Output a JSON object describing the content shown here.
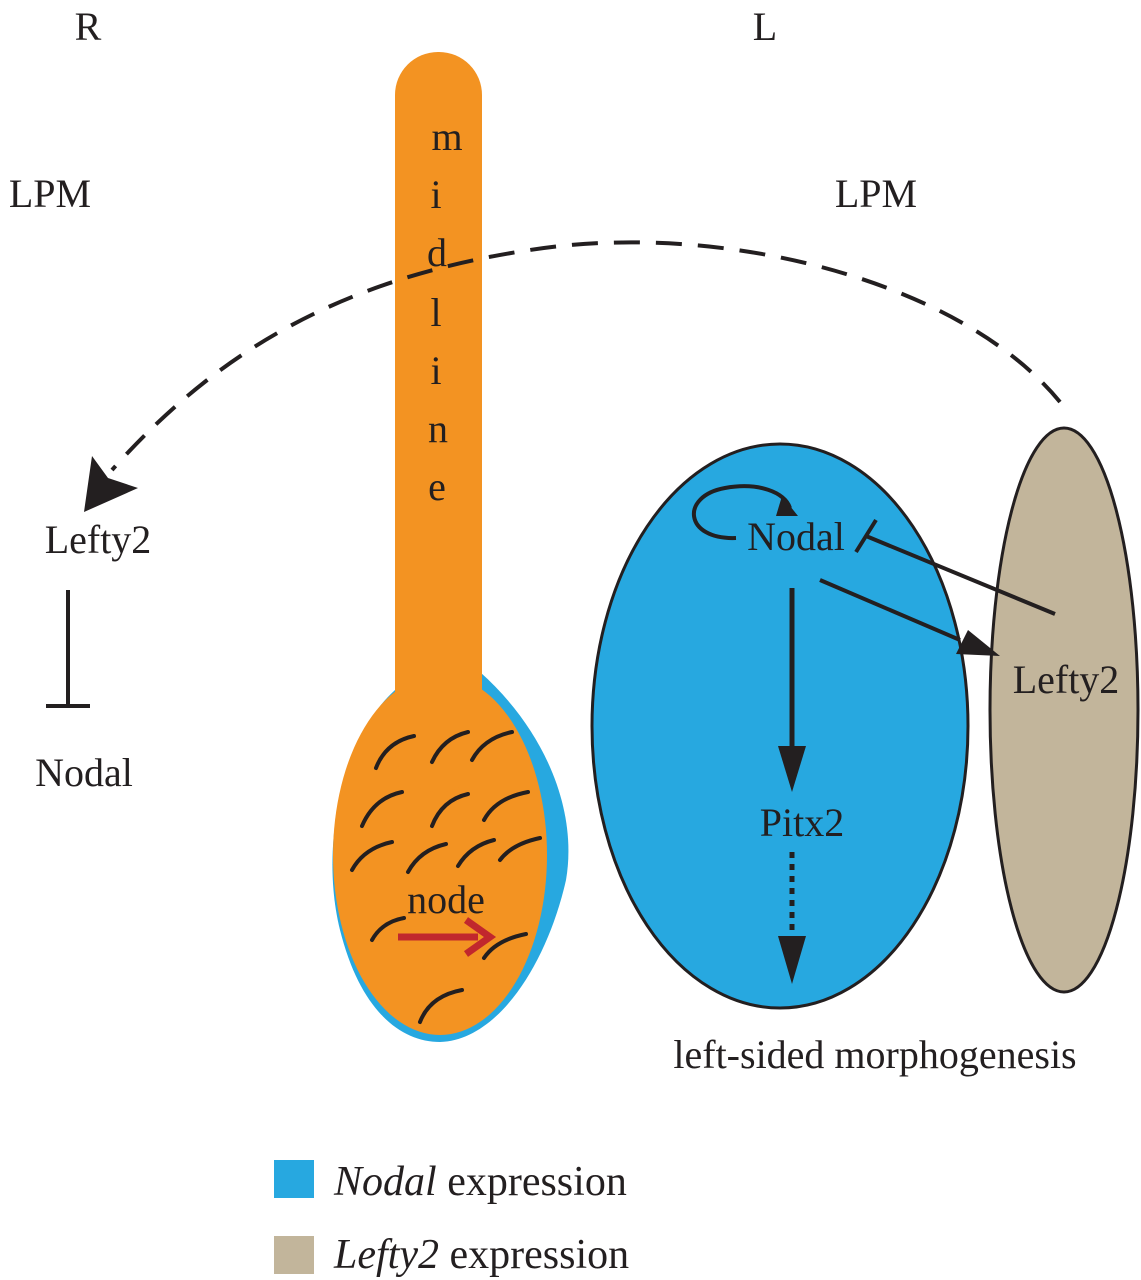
{
  "side_labels": {
    "right": "R",
    "left": "L"
  },
  "lpm_labels": {
    "right": "LPM",
    "left": "LPM"
  },
  "midline_letters": [
    "m",
    "i",
    "d",
    "l",
    "i",
    "n",
    "e"
  ],
  "node_label": "node",
  "right_side": {
    "lefty2": "Lefty2",
    "nodal": "Nodal"
  },
  "left_side": {
    "nodal": "Nodal",
    "lefty2": "Lefty2",
    "pitx2": "Pitx2",
    "outcome": "left-sided morphogenesis"
  },
  "legend": [
    {
      "italic": "Nodal",
      "rest": " expression",
      "color": "#27a8e0"
    },
    {
      "italic": "Lefty2",
      "rest": " expression",
      "color": "#c2b59b"
    }
  ],
  "colors": {
    "midline": "#f39322",
    "nodal_expression": "#27a8e0",
    "lefty2_expression": "#c2b59b",
    "node_flow_arrow": "#c1272d",
    "ink": "#231f20"
  }
}
